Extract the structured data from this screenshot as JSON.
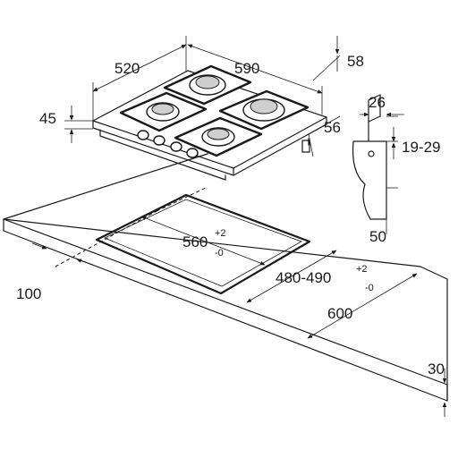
{
  "dimensions": {
    "width_total": "520",
    "depth_total": "590",
    "height_glass": "58",
    "edge_height": "45",
    "side_offset": "56",
    "bracket_width": "26",
    "bracket_range": "19-29",
    "rear_clearance": "50",
    "cutout_width_main": "560",
    "cutout_width_tol_plus": "+2",
    "cutout_width_tol_minus": "-0",
    "cutout_depth_main": "480-490",
    "cutout_depth_tol_plus": "+2",
    "cutout_depth_tol_minus": "-0",
    "worktop_depth": "600",
    "front_clearance": "100",
    "worktop_thickness": "30"
  },
  "icons": {
    "arrow": "arrow-icon",
    "burner": "burner-icon",
    "knob": "knob-icon"
  },
  "colors": {
    "line": "#1a1a1a",
    "background": "#ffffff",
    "burner_cap": "#cfcfcf"
  }
}
